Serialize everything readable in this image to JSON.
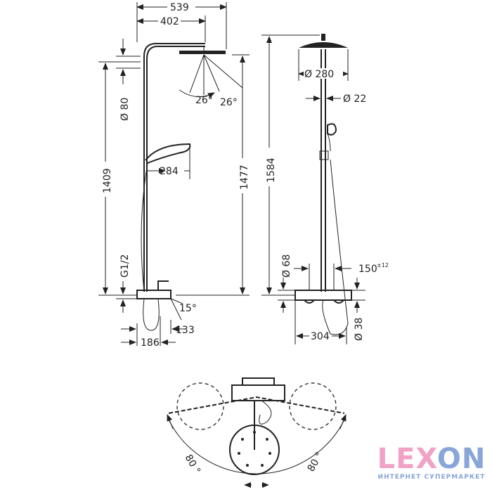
{
  "side_view": {
    "width_total": "539",
    "width_arm": "402",
    "angle_left": "26°",
    "angle_right": "26°",
    "pipe_offset": "Ø 80",
    "handshower_reach": "284",
    "height_mixer": "1409",
    "height_head": "1477",
    "thread": "G1/2",
    "spout_angle": "15°",
    "spout_a": "133",
    "spout_b": "186"
  },
  "front_view": {
    "height_total": "1584",
    "head_diameter": "Ø 280",
    "pipe_diameter": "Ø 22",
    "connector": "Ø 68",
    "center_distance": "150",
    "center_tolerance": "±12",
    "mixer_height": "Ø 38",
    "mixer_width": "304"
  },
  "top_view": {
    "rotation_left": "80 °",
    "rotation_right": "80 °"
  },
  "logo": {
    "word_pink": "LEX",
    "word_blue": "ON",
    "tagline": "ИНТЕРНЕТ СУПЕРМАРКЕТ",
    "colors": {
      "pink": "#f0a3c6",
      "blue": "#88a6d8"
    }
  }
}
